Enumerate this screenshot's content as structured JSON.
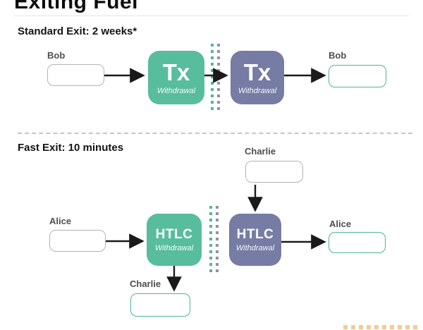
{
  "page": {
    "title": "Exiting Fuel"
  },
  "standard": {
    "heading": "Standard Exit: 2 weeks*",
    "sender_label": "Bob",
    "receiver_label": "Bob",
    "tx_left": {
      "title": "Tx",
      "subtitle": "Withdrawal"
    },
    "tx_right": {
      "title": "Tx",
      "subtitle": "Withdrawal"
    }
  },
  "fast": {
    "heading": "Fast Exit: 10 minutes",
    "top_label": "Charlie",
    "left_label": "Alice",
    "right_label": "Alice",
    "bottom_label": "Charlie",
    "htlc_left": {
      "title": "HTLC",
      "subtitle": "Withdrawal"
    },
    "htlc_right": {
      "title": "HTLC",
      "subtitle": "Withdrawal"
    }
  },
  "colors": {
    "green_fill": "#58bd9c",
    "purple_fill": "#767ca4",
    "green_border": "#4db39a",
    "gray_border": "#b3b3b3",
    "arrow": "#1a1a1a",
    "divider_dash": "#c6c6c6",
    "dot_green": "#53b59c",
    "dot_gray": "#8d93ab",
    "watermark": "#e2a43c"
  }
}
